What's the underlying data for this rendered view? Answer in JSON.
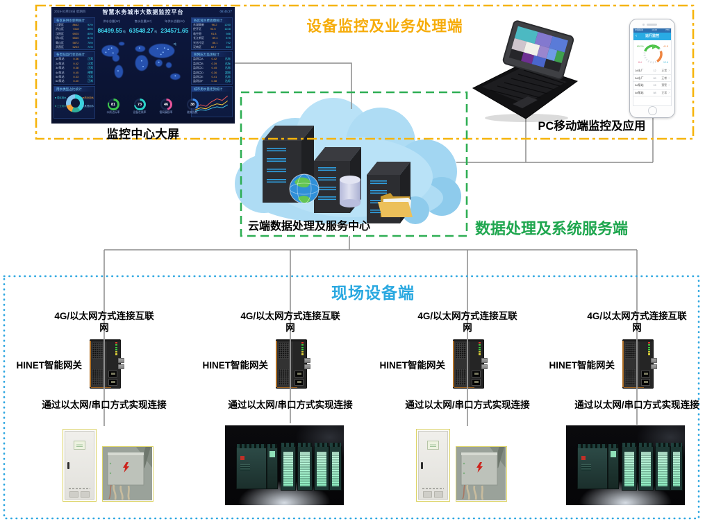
{
  "top": {
    "title": "设备监控及业务处理端",
    "dashboard_label": "监控中心大屏",
    "pc_label": "PC移动端监控及应用"
  },
  "dashboard": {
    "title": "智慧水务城市大数据监控平台",
    "date": "2019-03月28日 星期四",
    "time": "08:45:27",
    "kpis": [
      {
        "label": "供水总量(m³)",
        "value": "86499.55",
        "unit": "吨"
      },
      {
        "label": "售水总量(m³)",
        "value": "63548.27",
        "unit": "吨"
      },
      {
        "label": "年供水总量(m³)",
        "value": "234571.65",
        "unit": "吨"
      }
    ],
    "left_panels": [
      {
        "title": "各区县供水使用统计",
        "rows": [
          [
            "江夏区",
            "8642",
            "92%"
          ],
          [
            "洪山区",
            "7318",
            "88%"
          ],
          [
            "汉阳区",
            "6925",
            "85%"
          ],
          [
            "硚口区",
            "6540",
            "81%"
          ],
          [
            "青山区",
            "5872",
            "78%"
          ],
          [
            "武昌区",
            "5203",
            "74%"
          ]
        ]
      },
      {
        "title": "各泵站运行状态统计",
        "rows": [
          [
            "1#泵站",
            "0.36",
            "正常"
          ],
          [
            "2#泵站",
            "0.42",
            "正常"
          ],
          [
            "3#泵站",
            "0.38",
            "正常"
          ],
          [
            "4#泵站",
            "0.45",
            "预警"
          ],
          [
            "5#泵站",
            "0.33",
            "正常"
          ],
          [
            "6#泵站",
            "0.40",
            "正常"
          ]
        ]
      },
      {
        "title": "用水类型占比统计",
        "type": "donut",
        "legend": [
          "居民用水",
          "工业用水",
          "商业用水",
          "其他用水"
        ]
      }
    ],
    "right_panels": [
      {
        "title": "各区域水费收缴统计",
        "rows": [
          [
            "东湖高新",
            "96.2",
            "1250"
          ],
          [
            "经开区",
            "93.5",
            "1108"
          ],
          [
            "临空港",
            "91.8",
            "986"
          ],
          [
            "长江新区",
            "89.4",
            "875"
          ],
          [
            "光谷片区",
            "86.1",
            "792"
          ],
          [
            "汉南区",
            "82.7",
            "654"
          ]
        ]
      },
      {
        "title": "管网压力监测统计",
        "rows": [
          [
            "监测点A",
            "0.42",
            "达标"
          ],
          [
            "监测点B",
            "0.39",
            "达标"
          ],
          [
            "监测点C",
            "0.45",
            "达标"
          ],
          [
            "监测点D",
            "0.36",
            "超限"
          ],
          [
            "监测点E",
            "0.41",
            "达标"
          ],
          [
            "监测点F",
            "0.38",
            "达标"
          ]
        ]
      },
      {
        "title": "城市用水量走势统计",
        "type": "chart",
        "series": [
          [
            12,
            18,
            15,
            24,
            30,
            27,
            36
          ],
          [
            8,
            12,
            10,
            16,
            20,
            18,
            26
          ],
          [
            5,
            8,
            7,
            11,
            14,
            12,
            18
          ]
        ]
      }
    ],
    "gauges": [
      {
        "value": "81",
        "label": "水质达标率",
        "color": "#3ec84e"
      },
      {
        "value": "73",
        "label": "设备在线率",
        "color": "#2bd3c8"
      },
      {
        "value": "46",
        "label": "管网漏损率",
        "color": "#e8559a"
      },
      {
        "value": "38",
        "label": "能耗指数",
        "color": "#3f8ef0"
      }
    ]
  },
  "phone": {
    "carrier": "中国移动",
    "time": "10:28",
    "battery": "78%",
    "title": "运行监控",
    "back": "‹",
    "gauge_labels": [
      "65.2%",
      "41.8",
      "8.4",
      "12.6"
    ],
    "rows": [
      [
        "1#水厂",
        "12",
        "正常"
      ],
      [
        "2#水厂",
        "09",
        "正常"
      ],
      [
        "3#泵站",
        "15",
        "预警"
      ],
      [
        "4#泵站",
        "08",
        "正常"
      ]
    ]
  },
  "cloud": {
    "label": "云端数据处理及服务中心",
    "side_label": "数据处理及系统服务端"
  },
  "field": {
    "title": "现场设备端",
    "conn_internet_line1": "4G/以太网方式连接互联",
    "conn_internet_line2": "网",
    "gateway_label": "HINET智能网关",
    "conn_device": "通过以太网/串口方式实现连接",
    "columns": [
      {
        "equipment": "cabinets"
      },
      {
        "equipment": "plc"
      },
      {
        "equipment": "cabinets"
      },
      {
        "equipment": "plc"
      }
    ]
  },
  "colors": {
    "title_top": "#f6ac0a",
    "title_cloud_side": "#1ea64e",
    "title_field": "#29a8e0",
    "zone_top_border": "#f6b40b",
    "zone_cloud_border": "#2eae53",
    "zone_field_border": "#2ca6e0",
    "connector": "#8c8c8c"
  }
}
